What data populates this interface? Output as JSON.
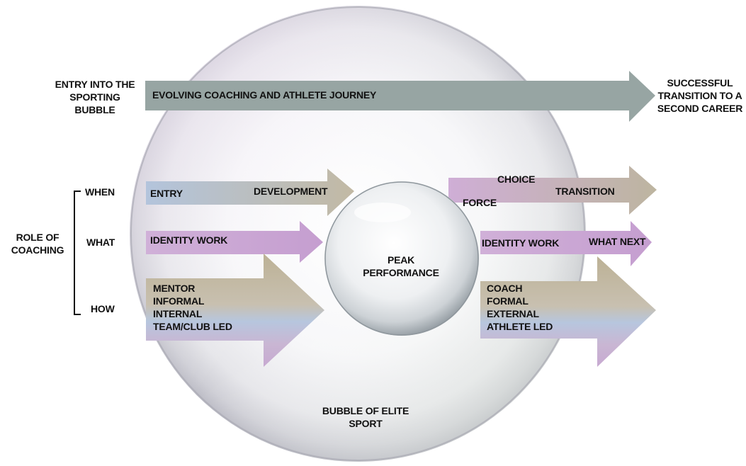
{
  "top": {
    "entry": [
      "ENTRY INTO THE",
      "SPORTING",
      "BUBBLE"
    ],
    "journey": "EVOLVING COACHING AND ATHLETE JOURNEY",
    "outcome": [
      "SUCCESSFUL",
      "TRANSITION TO A",
      "SECOND CAREER"
    ]
  },
  "role": {
    "label": [
      "ROLE OF",
      "COACHING"
    ],
    "when": "WHEN",
    "what": "WHAT",
    "how": "HOW"
  },
  "left": {
    "entry": "ENTRY",
    "development": "DEVELOPMENT",
    "identity": "IDENTITY WORK",
    "how_items": [
      "MENTOR",
      "INFORMAL",
      "INTERNAL",
      "TEAM/CLUB LED"
    ]
  },
  "center": {
    "peak": [
      "PEAK",
      "PERFORMANCE"
    ],
    "bubble": [
      "BUBBLE OF ELITE",
      "SPORT"
    ]
  },
  "right": {
    "choice": "CHOICE",
    "force": "FORCE",
    "transition": "TRANSITION",
    "identity": "IDENTITY WORK",
    "what_next": "WHAT NEXT",
    "how_items": [
      "COACH",
      "FORMAL",
      "EXTERNAL",
      "ATHLETE LED"
    ]
  },
  "colors": {
    "journey_arrow": "#97a5a3",
    "purple": "#c9a9d3",
    "blue": "#b3c4dc",
    "khaki": "#bdb39a"
  }
}
